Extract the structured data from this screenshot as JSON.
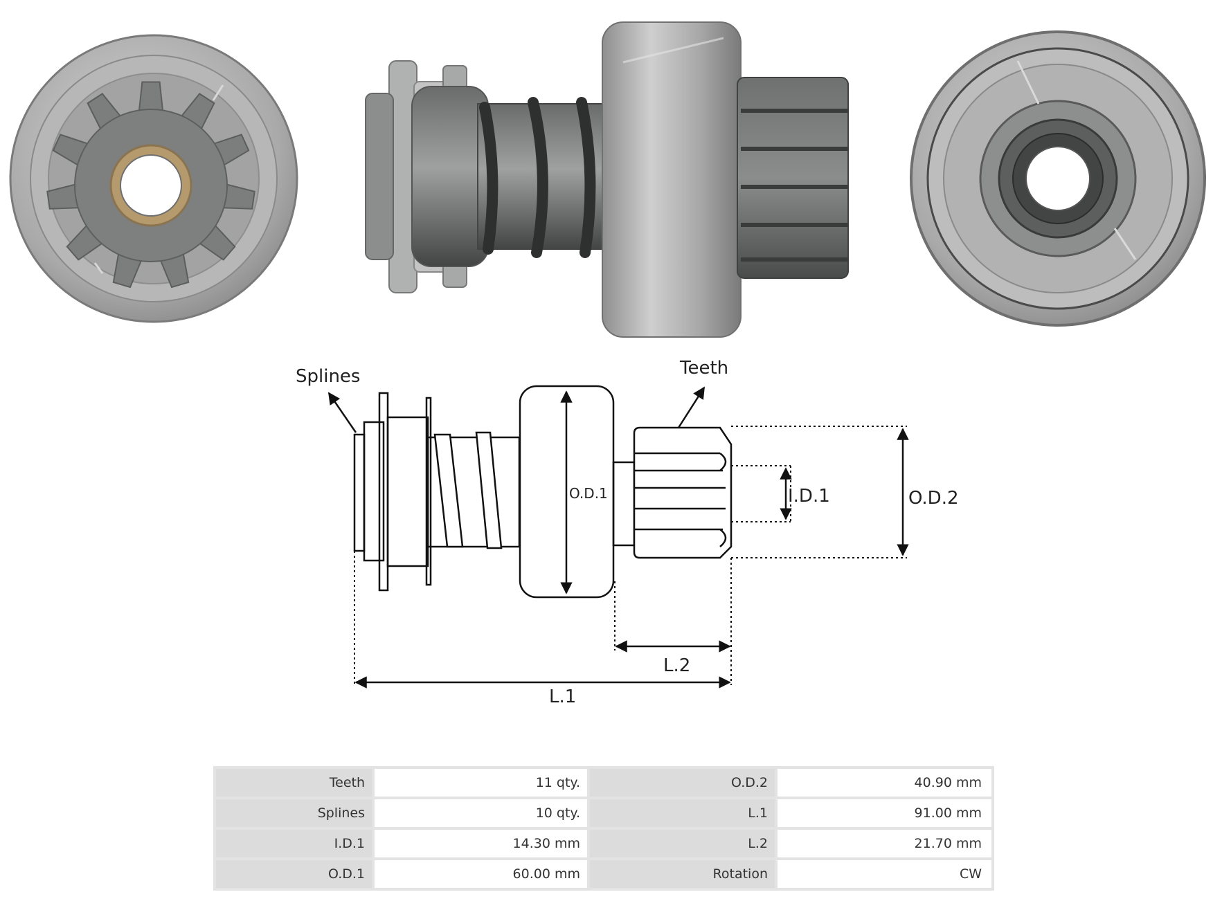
{
  "diagram": {
    "labels": {
      "splines": "Splines",
      "teeth": "Teeth",
      "od1": "O.D.1",
      "id1": "I.D.1",
      "od2": "O.D.2",
      "l1": "L.1",
      "l2": "L.2"
    }
  },
  "specs": {
    "rows": [
      {
        "label1": "Teeth",
        "value1": "11 qty.",
        "label2": "O.D.2",
        "value2": "40.90 mm"
      },
      {
        "label1": "Splines",
        "value1": "10 qty.",
        "label2": "L.1",
        "value2": "91.00 mm"
      },
      {
        "label1": "I.D.1",
        "value1": "14.30 mm",
        "label2": "L.2",
        "value2": "21.70 mm"
      },
      {
        "label1": "O.D.1",
        "value1": "60.00 mm",
        "label2": "Rotation",
        "value2": "CW"
      }
    ]
  },
  "colors": {
    "metal_light": "#c9c9c9",
    "metal_mid": "#9a9a9a",
    "metal_dark": "#5d5f5e",
    "bronze": "#b59a6e",
    "line": "#111111"
  }
}
